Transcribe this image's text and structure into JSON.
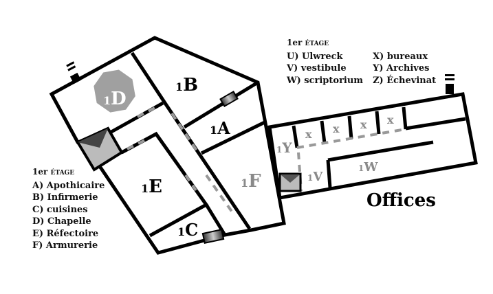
{
  "legend_left": {
    "heading_prefix": "1er",
    "heading_word": "ÉTAGE",
    "items": [
      "A) Apothicaire",
      "B) Infirmerie",
      "C) cuisines",
      "D) Chapelle",
      "E) Réfectoire",
      "F) Armurerie"
    ]
  },
  "legend_right": {
    "heading_prefix": "1er",
    "heading_word": "ÉTAGE",
    "col1": [
      "U) Ulwreck",
      "V) vestibule",
      "W) scriptorium"
    ],
    "col2": [
      "X) bureaux",
      "Y) Archives",
      "Z) Échevinat"
    ]
  },
  "rooms": {
    "D": {
      "n": "1",
      "l": "D"
    },
    "B": {
      "n": "1",
      "l": "B"
    },
    "A": {
      "n": "1",
      "l": "A"
    },
    "F": {
      "n": "1",
      "l": "F"
    },
    "E": {
      "n": "1",
      "l": "E"
    },
    "C": {
      "n": "1",
      "l": "C"
    },
    "Y": {
      "n": "1",
      "l": "Y"
    },
    "V": {
      "n": "1",
      "l": "V"
    },
    "W": {
      "n": "1",
      "l": "W"
    },
    "X": "x"
  },
  "offices_label": "Offices",
  "colors": {
    "wall": "#000000",
    "door": "#999999",
    "gray_label": "#8a8a8a",
    "chapel": "#a0a0a0"
  }
}
